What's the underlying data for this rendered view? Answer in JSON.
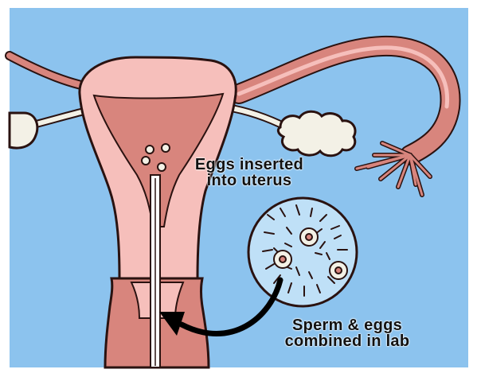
{
  "labels": {
    "eggs_inserted_line1": "Eggs inserted",
    "eggs_inserted_line2": "into uterus",
    "sperm_eggs_line1": "Sperm & eggs",
    "sperm_eggs_line2": "combined in lab"
  },
  "colors": {
    "background": "#8cc3ee",
    "uterus_outer": "#f6bfbb",
    "uterus_inner": "#d8857d",
    "outline": "#2a1210",
    "ovary": "#f3f1e6",
    "lab_dish": "#bfe0f7",
    "arrow": "#000000"
  }
}
